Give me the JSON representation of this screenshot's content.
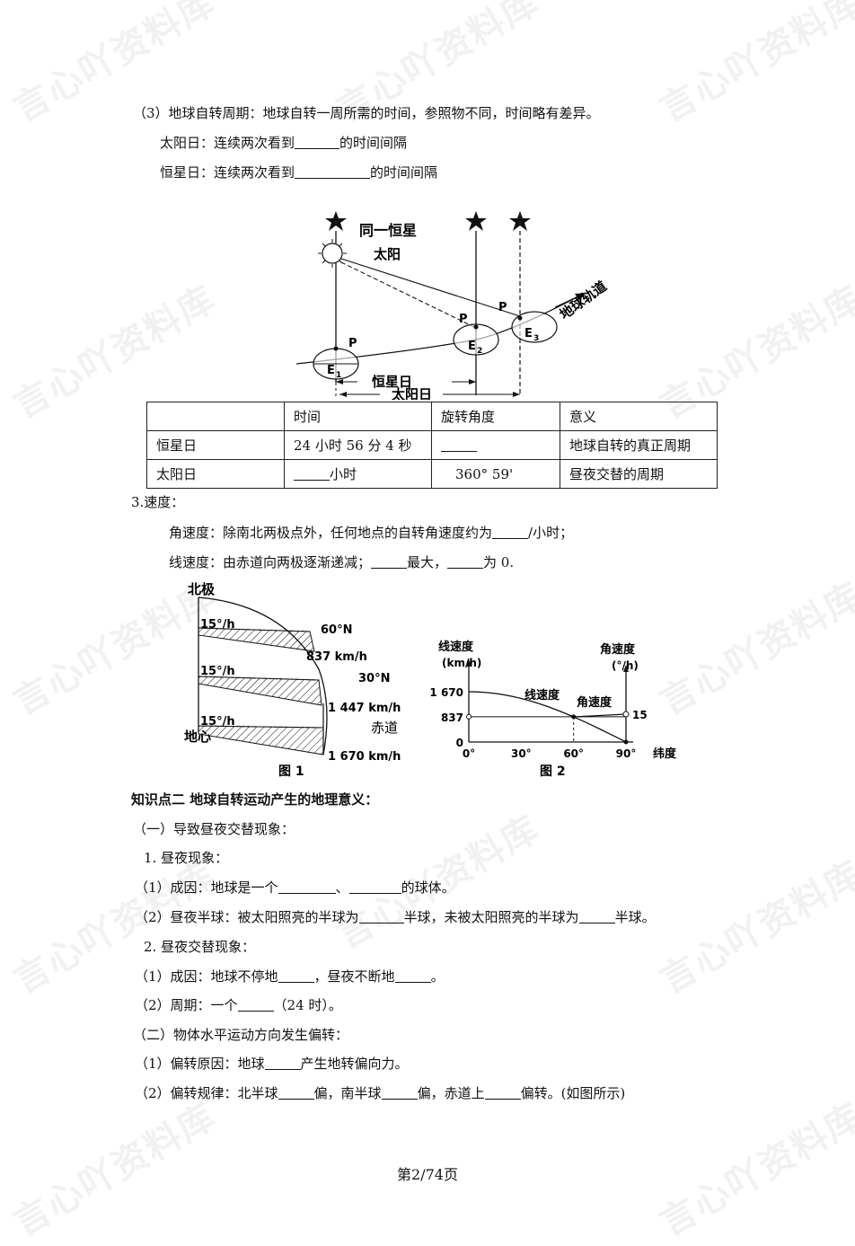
{
  "watermark": "言心吖资料库",
  "section3": {
    "heading": "（3）地球自转周期：地球自转一周所需的时间，参照物不同，时间略有差异。",
    "solar_day_prefix": "太阳日：连续两次看到",
    "solar_day_suffix": "的时间间隔",
    "sidereal_day_prefix": "恒星日：连续两次看到",
    "sidereal_day_suffix": "的时间间隔"
  },
  "orbit_diagram": {
    "same_star": "同一恒星",
    "sun": "太阳",
    "orbit": "地球轨道",
    "p": "P",
    "e1": "E",
    "e1_sub": "1",
    "e2": "E",
    "e2_sub": "2",
    "e3": "E",
    "e3_sub": "3",
    "sidereal_day": "恒星日",
    "solar_day": "太阳日"
  },
  "table": {
    "headers": [
      "",
      "时间",
      "旋转角度",
      "意义"
    ],
    "rows": [
      {
        "name": "恒星日",
        "time": "24 小时  56  分 4 秒",
        "angle": "",
        "meaning": "地球自转的真正周期"
      },
      {
        "name": "太阳日",
        "time_suffix": "小时",
        "angle": "360°  59'",
        "meaning": "昼夜交替的周期"
      }
    ]
  },
  "speed": {
    "title": "3.速度：",
    "angular_prefix": "角速度：除南北两极点外，任何地点的自转角速度约为",
    "angular_suffix": "/小时；",
    "linear_prefix": "线速度：由赤道向两极逐渐递减；",
    "linear_mid": "最大，",
    "linear_suffix": "为 0."
  },
  "fig1": {
    "north_pole": "北极",
    "center": "地心",
    "rate1": "15°/h",
    "rate2": "15°/h",
    "rate3": "15°/h",
    "lat60": "60°N",
    "v60": "837 km/h",
    "lat30": "30°N",
    "v30": "1 447 km/h",
    "equator": "赤道",
    "v0": "1 670 km/h",
    "caption": "图 1"
  },
  "fig2": {
    "ylabel_left": "线速度",
    "ylabel_left_unit": "(km/h)",
    "ylabel_right": "角速度",
    "ylabel_right_unit": "(°/h)",
    "y_ticks_left": [
      "1 670",
      "837",
      "0"
    ],
    "x_ticks": [
      "0°",
      "30°",
      "60°",
      "90°"
    ],
    "xlabel": "纬度",
    "right_tick": "15",
    "line_label": "线速度",
    "angular_label": "角速度",
    "caption": "图 2"
  },
  "chart_data": {
    "type": "line",
    "x": [
      0,
      30,
      60,
      90
    ],
    "series": [
      {
        "name": "线速度",
        "values": [
          1670,
          1447,
          837,
          0
        ]
      },
      {
        "name": "角速度",
        "values": [
          15,
          15,
          15,
          0
        ]
      }
    ],
    "xlabel": "纬度",
    "ylabel": "线速度 (km/h)",
    "y2label": "角速度 (°/h)"
  },
  "kp2": {
    "title": "知识点二    地球自转运动产生的地理意义：",
    "s1": "（一）导致昼夜交替现象：",
    "s1_1": "1. 昼夜现象：",
    "cause_prefix": "（1）成因：地球是一个",
    "cause_sep": "、",
    "cause_suffix": "的球体。",
    "hemi_prefix": "（2）昼夜半球：被太阳照亮的半球为",
    "hemi_mid": "半球，未被太阳照亮的半球为",
    "hemi_suffix": "半球。",
    "s1_2": "2. 昼夜交替现象：",
    "alt_prefix": "（1）成因：地球不停地",
    "alt_mid": "，昼夜不断地",
    "alt_suffix": "。",
    "period_prefix": "（2）周期：一个",
    "period_suffix": "（24 时）。",
    "s2": "（二）物体水平运动方向发生偏转：",
    "dev_prefix": "（1）偏转原因：地球",
    "dev_suffix": "产生地转偏向力。",
    "rule_prefix": "（2）偏转规律：北半球",
    "rule_mid1": "偏，南半球",
    "rule_mid2": "偏，赤道上",
    "rule_suffix": "偏转。(如图所示)"
  },
  "footer": "第2/74页"
}
